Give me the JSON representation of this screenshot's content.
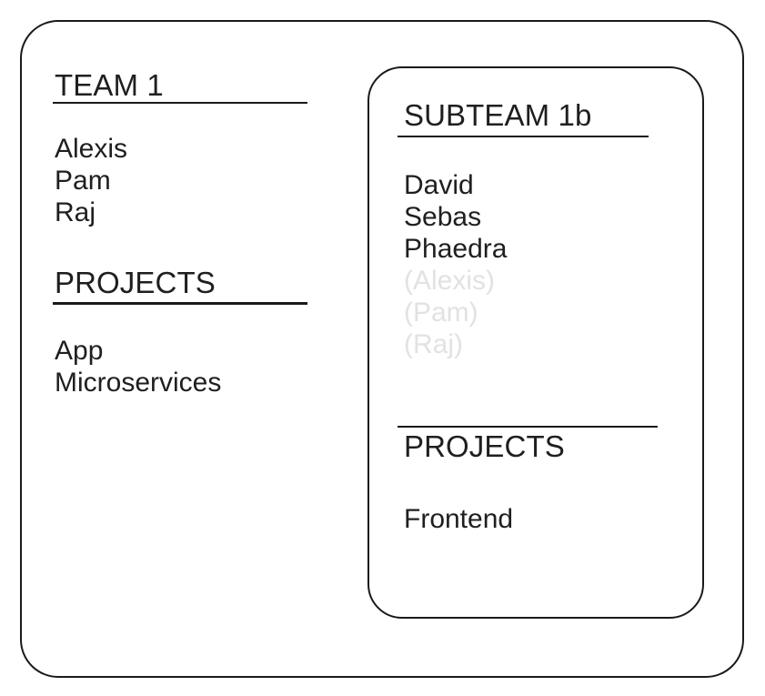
{
  "diagram": {
    "title": "Team and subteam membership diagram",
    "colors": {
      "border": "#1a1a1a",
      "text": "#1f1f1f",
      "muted_text": "#e2e2e2",
      "background": "#ffffff"
    }
  },
  "team": {
    "heading": "TEAM 1",
    "members": [
      {
        "name": "Alexis",
        "muted": false
      },
      {
        "name": "Pam",
        "muted": false
      },
      {
        "name": "Raj",
        "muted": false
      }
    ],
    "projects": {
      "heading": "PROJECTS",
      "items": [
        {
          "name": "App"
        },
        {
          "name": "Microservices"
        }
      ]
    }
  },
  "subteam": {
    "heading": "SUBTEAM 1b",
    "members": [
      {
        "name": "David",
        "muted": false
      },
      {
        "name": "Sebas",
        "muted": false
      },
      {
        "name": "Phaedra",
        "muted": false
      },
      {
        "name": "(Alexis)",
        "muted": true
      },
      {
        "name": "(Pam)",
        "muted": true
      },
      {
        "name": "(Raj)",
        "muted": true
      }
    ],
    "projects": {
      "heading": "PROJECTS",
      "items": [
        {
          "name": "Frontend"
        }
      ]
    }
  }
}
